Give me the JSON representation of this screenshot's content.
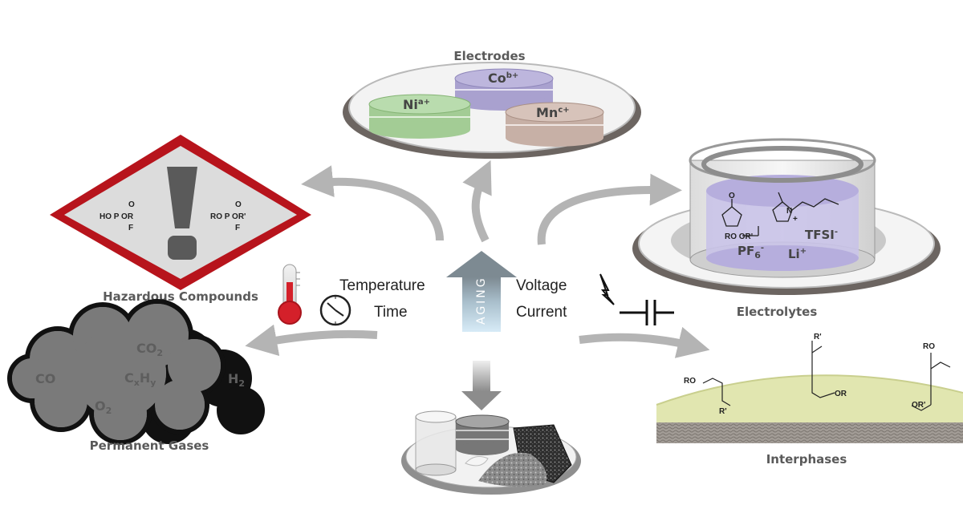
{
  "captions": {
    "electrodes": "Electrodes",
    "electrolytes": "Electrolytes",
    "hazardous": "Hazardous Compounds",
    "gases": "Permanent Gases",
    "interphases": "Interphases"
  },
  "center": {
    "aging": "AGING",
    "temperature": "Temperature",
    "time": "Time",
    "voltage": "Voltage",
    "current": "Current"
  },
  "electrodes": {
    "ni": "Ni",
    "ni_charge": "a+",
    "co": "Co",
    "co_charge": "b+",
    "mn": "Mn",
    "mn_charge": "c+"
  },
  "electrolyte": {
    "tfsi": "TFSI",
    "tfsi_charge": "-",
    "li": "Li",
    "li_charge": "+",
    "pf": "PF",
    "pf_sub": "6",
    "pf_charge": "-",
    "carbonate": "RO   OR'",
    "ammonium_n": "N",
    "ammonium_plus": "+",
    "carbonyl_o": "O"
  },
  "hazard": {
    "left_top": "O",
    "left_mid": "HO  P  OR",
    "left_bottom": "F",
    "right_top": "O",
    "right_mid": "RO  P  OR'",
    "right_bottom": "F"
  },
  "gases": {
    "co": "CO",
    "co2": "CO",
    "co2_sub": "2",
    "cxhy_c": "C",
    "cxhy_x": "x",
    "cxhy_h": "H",
    "cxhy_y": "y",
    "h2": "H",
    "h2_sub": "2",
    "o2": "O",
    "o2_sub": "2"
  },
  "interphase": {
    "ro_left": "RO",
    "r_prime_left": "R'",
    "r_prime_top": "R'",
    "or_mid": "OR",
    "ro_right": "RO",
    "or_prime_right": "OR'"
  },
  "colors": {
    "arrow_gray": "#b4b4b4",
    "hazard_red": "#b7141c",
    "ni_green": "#b9dcae",
    "co_purple": "#bdb6dd",
    "mn_tan": "#d7c3ba",
    "electrolyte_purple": "#c9c3e8",
    "interphase_yellow": "#e1e6b0",
    "cloud_gray": "#7a7a7a",
    "aging_blue": "#bcd9ee"
  }
}
